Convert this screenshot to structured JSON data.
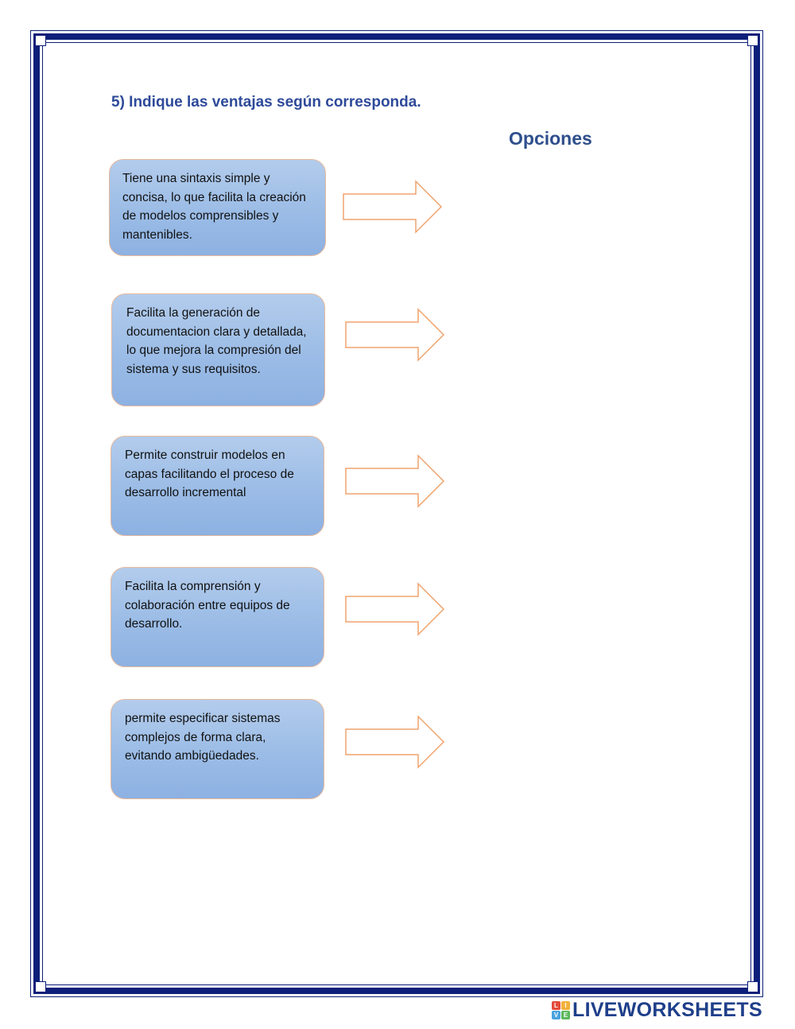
{
  "question": "5)  Indique las ventajas según corresponda.",
  "options_title": "Opciones",
  "items": [
    {
      "text": "Tiene una sintaxis simple y concisa, lo que facilita la creación de modelos comprensibles y mantenibles."
    },
    {
      "text": "Facilita la generación de documentacion clara y detallada, lo que mejora la compresión del sistema y sus requisitos."
    },
    {
      "text": "Permite construir modelos en capas facilitando el proceso de desarrollo incremental"
    },
    {
      "text": "Facilita la comprensión y colaboración entre equipos de desarrollo."
    },
    {
      "text": "permite especificar sistemas complejos de forma clara, evitando ambigüedades."
    }
  ],
  "footer": {
    "brand": "LIVEWORKSHEETS",
    "badge_letters": [
      "L",
      "I",
      "V",
      "E"
    ]
  },
  "colors": {
    "frame": "#0c1f7a",
    "question": "#2e4a9a",
    "options_title": "#2e4f8c",
    "box_fill": "#9bbce6",
    "box_border": "#e8b89a",
    "arrow_stroke": "#f0a36e"
  }
}
